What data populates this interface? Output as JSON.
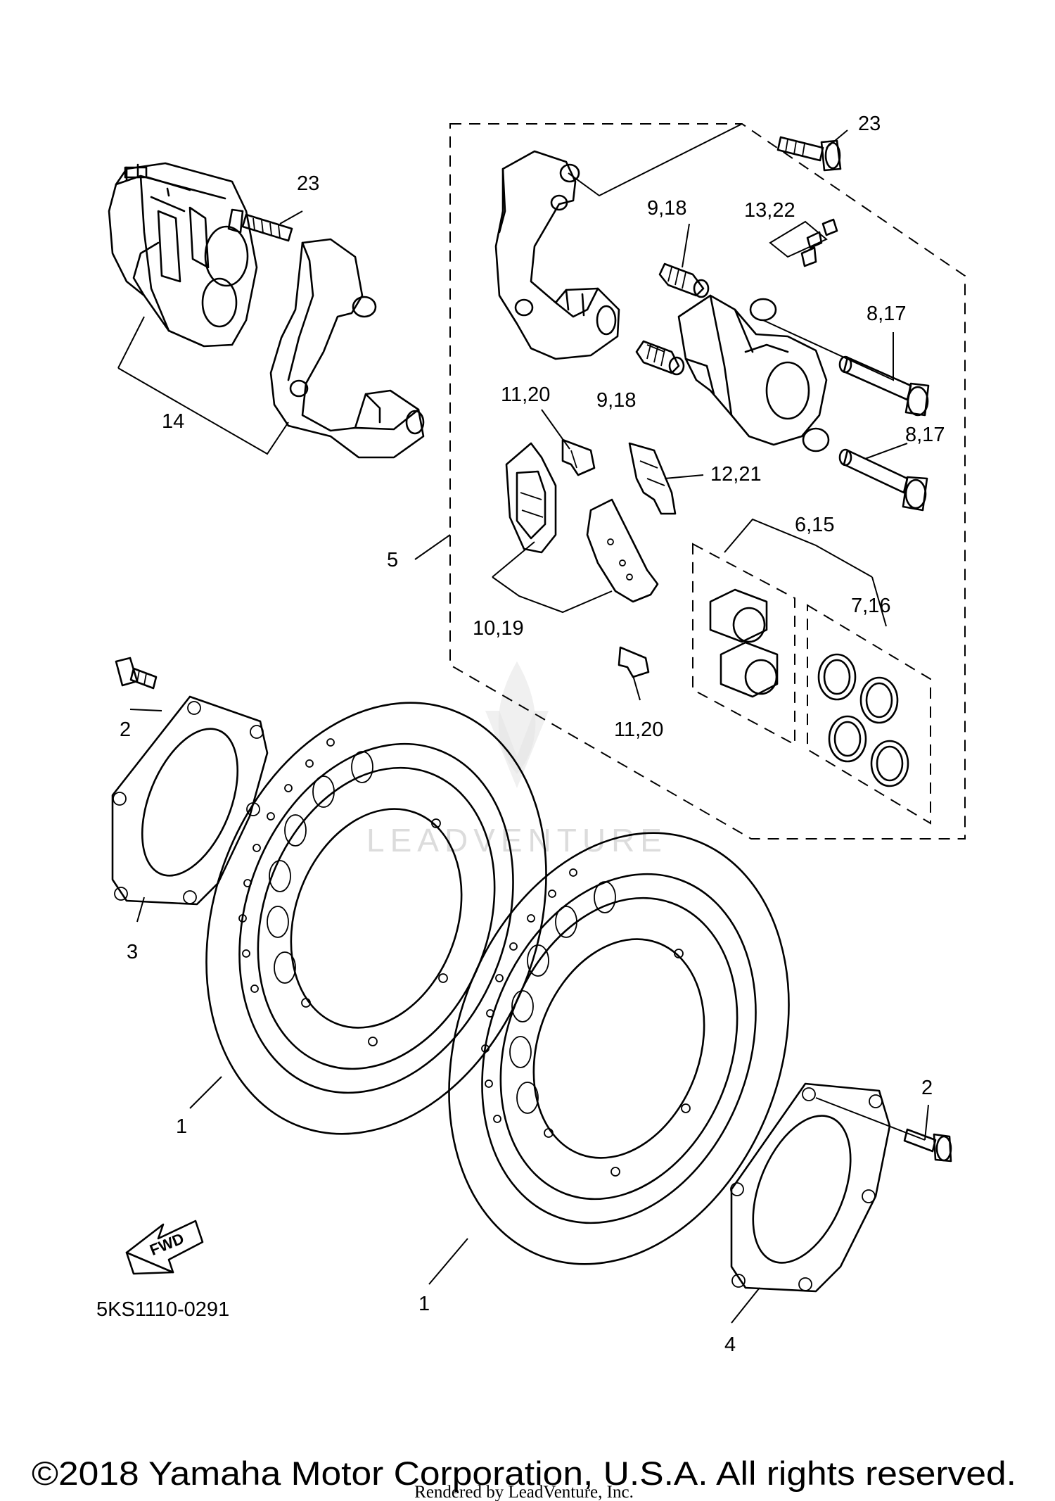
{
  "labels": {
    "l_23_top": "23",
    "l_23_left": "23",
    "l_9_18_a": "9,18",
    "l_13_22": "13,22",
    "l_8_17_a": "8,17",
    "l_9_18_b": "9,18",
    "l_8_17_b": "8,17",
    "l_11_20_a": "11,20",
    "l_12_21": "12,21",
    "l_14": "14",
    "l_5": "5",
    "l_6_15": "6,15",
    "l_7_16": "7,16",
    "l_10_19": "10,19",
    "l_11_20_b": "11,20",
    "l_2_left": "2",
    "l_3": "3",
    "l_1_left": "1",
    "l_1_right": "1",
    "l_2_right": "2",
    "l_4": "4"
  },
  "fwd_text": "FWD",
  "diagram_code": "5KS1110-0291",
  "watermark_text": "LEADVENTURE",
  "copyright": "©2018 Yamaha Motor Corporation, U.S.A. All rights reserved.",
  "rendered_by": "Rendered by LeadVenture, Inc."
}
